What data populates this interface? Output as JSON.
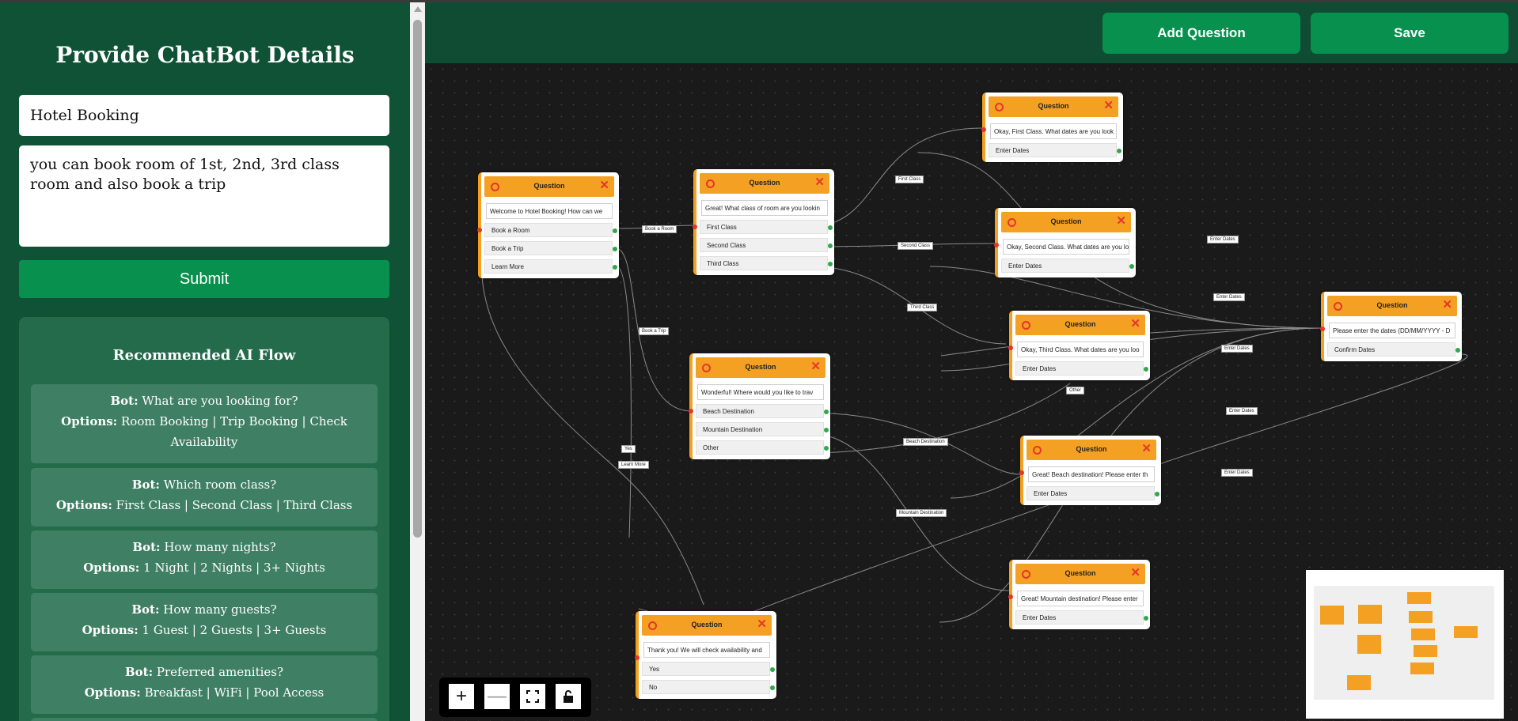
{
  "sidebar": {
    "title": "Provide ChatBot Details",
    "name_value": "Hotel Booking",
    "description_value": "you can book room of 1st, 2nd, 3rd class room and also book a trip",
    "submit_label": "Submit",
    "recommended": {
      "title": "Recommended AI Flow",
      "bot_prefix": "Bot:",
      "options_prefix": "Options:",
      "items": [
        {
          "bot": "What are you looking for?",
          "options": "Room Booking | Trip Booking | Check Availability"
        },
        {
          "bot": "Which room class?",
          "options": "First Class | Second Class | Third Class"
        },
        {
          "bot": "How many nights?",
          "options": "1 Night | 2 Nights | 3+ Nights"
        },
        {
          "bot": "How many guests?",
          "options": "1 Guest | 2 Guests | 3+ Guests"
        },
        {
          "bot": "Preferred amenities?",
          "options": "Breakfast | WiFi | Pool Access"
        }
      ]
    }
  },
  "toolbar": {
    "add_question_label": "Add Question",
    "save_label": "Save"
  },
  "canvas": {
    "node_title": "Question",
    "nodes": [
      {
        "message": "Welcome to Hotel Booking! How can we",
        "options": [
          "Book a Room",
          "Book a Trip",
          "Learn More"
        ]
      },
      {
        "message": "Great! What class of room are you lookin",
        "options": [
          "First Class",
          "Second Class",
          "Third Class"
        ]
      },
      {
        "message": "Okay, First Class. What dates are you look",
        "options": [
          "Enter Dates"
        ]
      },
      {
        "message": "Okay, Second Class. What dates are you lo",
        "options": [
          "Enter Dates"
        ]
      },
      {
        "message": "Okay, Third Class. What dates are you loo",
        "options": [
          "Enter Dates"
        ]
      },
      {
        "message": "Wonderful! Where would you like to trav",
        "options": [
          "Beach Destination",
          "Mountain Destination",
          "Other"
        ]
      },
      {
        "message": "Great! Beach destination! Please enter th",
        "options": [
          "Enter Dates"
        ]
      },
      {
        "message": "Great! Mountain destination! Please enter",
        "options": [
          "Enter Dates"
        ]
      },
      {
        "message": "Please enter the dates (DD/MM/YYYY - D",
        "options": [
          "Confirm Dates"
        ]
      },
      {
        "message": "Thank you! We will check availability and",
        "options": [
          "Yes",
          "No"
        ]
      }
    ],
    "edge_labels": [
      "Book a Room",
      "Book a Trip",
      "Learn More",
      "First Class",
      "Second Class",
      "Third Class",
      "Enter Dates",
      "Enter Dates",
      "Enter Dates",
      "Enter Dates",
      "Enter Dates",
      "Beach Destination",
      "Mountain Destination",
      "Other",
      "Yes"
    ]
  },
  "controls": {
    "zoom_in": "+",
    "zoom_out": "—",
    "fit_icon": "fit-view-icon",
    "lock_icon": "lock-icon"
  },
  "colors": {
    "sidebar": "#0f5236",
    "accent": "#08904f",
    "node_header": "#f4a123",
    "node_close": "#e8342c",
    "canvas": "#1a1a1a"
  }
}
